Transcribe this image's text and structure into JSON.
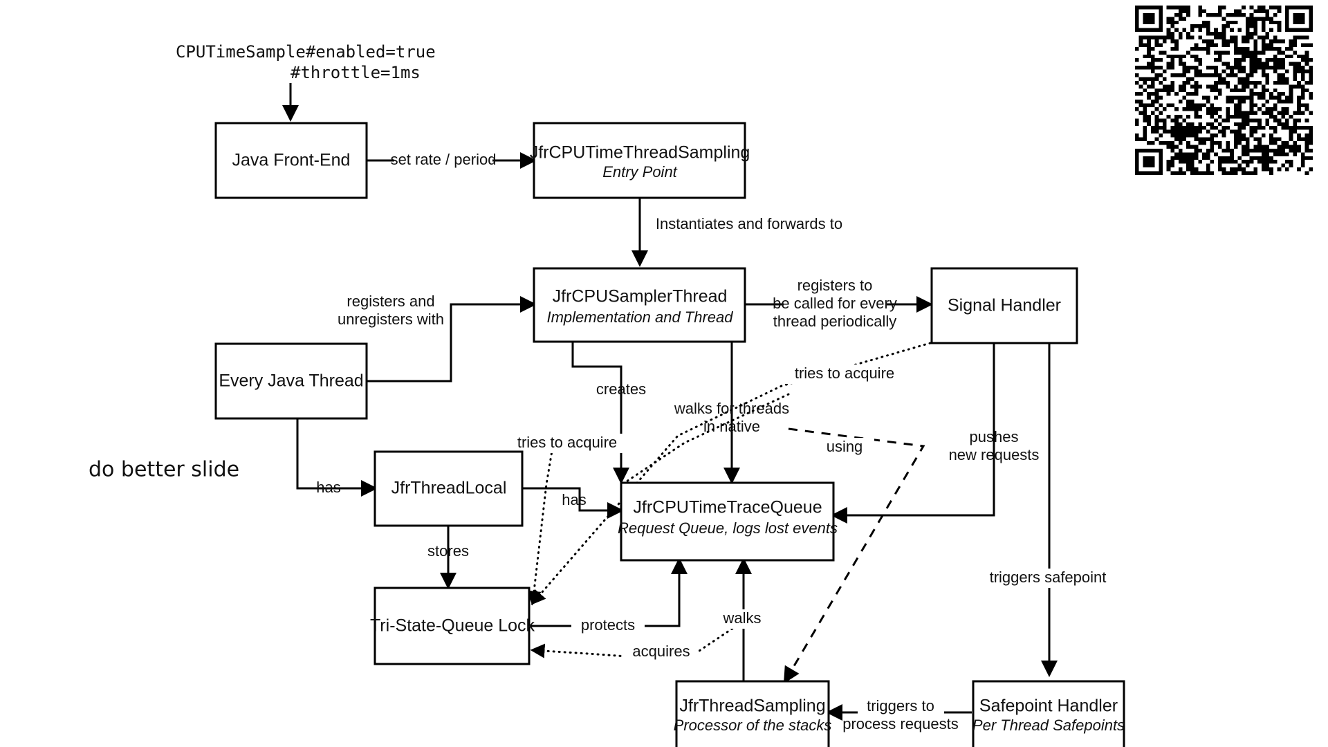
{
  "slide": {
    "note": "do better slide",
    "config_label_line1": "CPUTimeSample#enabled=true",
    "config_label_line2": "#throttle=1ms",
    "qr_code_name": "qr-code"
  },
  "nodes": [
    {
      "id": "java-front-end",
      "title": "Java Front-End",
      "subtitle": ""
    },
    {
      "id": "jfr-cputime-thread-sampling",
      "title": "JfrCPUTimeThreadSampling",
      "subtitle": "Entry Point"
    },
    {
      "id": "jfr-cpu-sampler-thread",
      "title": "JfrCPUSamplerThread",
      "subtitle": "Implementation and Thread"
    },
    {
      "id": "signal-handler",
      "title": "Signal Handler",
      "subtitle": ""
    },
    {
      "id": "every-java-thread",
      "title": "Every Java Thread",
      "subtitle": ""
    },
    {
      "id": "jfr-thread-local",
      "title": "JfrThreadLocal",
      "subtitle": ""
    },
    {
      "id": "jfr-cputime-trace-queue",
      "title": "JfrCPUTimeTraceQueue",
      "subtitle": "Request Queue, logs lost events"
    },
    {
      "id": "tri-state-queue-lock",
      "title": "Tri-State-Queue Lock",
      "subtitle": ""
    },
    {
      "id": "jfr-thread-sampling",
      "title": "JfrThreadSampling",
      "subtitle": "Processor of the stacks"
    },
    {
      "id": "safepoint-handler",
      "title": "Safepoint Handler",
      "subtitle": "Per Thread Safepoints"
    }
  ],
  "edges": [
    {
      "id": "set-rate-period",
      "label": "set rate / period",
      "style": "solid"
    },
    {
      "id": "instantiates-forwards",
      "label": "Instantiates and forwards to",
      "style": "solid"
    },
    {
      "id": "registers-unregisters",
      "label_line1": "registers and",
      "label_line2": "unregisters with",
      "style": "solid"
    },
    {
      "id": "registers-to-be-called",
      "label_line1": "registers to",
      "label_line2": "be called for every",
      "label_line3": "thread periodically",
      "style": "solid"
    },
    {
      "id": "creates",
      "label": "creates",
      "style": "solid"
    },
    {
      "id": "walks-for-threads",
      "label_line1": "walks for threads",
      "label_line2": "in native",
      "style": "solid"
    },
    {
      "id": "tries-to-acquire-signal",
      "label": "tries to acquire",
      "style": "dotted"
    },
    {
      "id": "tries-to-acquire-sampler",
      "label": "tries to acquire",
      "style": "dotted"
    },
    {
      "id": "using",
      "label": "using",
      "style": "dashed"
    },
    {
      "id": "has-thread-local",
      "label": "has",
      "style": "solid"
    },
    {
      "id": "has-queue",
      "label": "has",
      "style": "solid"
    },
    {
      "id": "stores",
      "label": "stores",
      "style": "solid"
    },
    {
      "id": "protects",
      "label": "protects",
      "style": "solid"
    },
    {
      "id": "acquires",
      "label": "acquires",
      "style": "dotted"
    },
    {
      "id": "walks",
      "label": "walks",
      "style": "solid"
    },
    {
      "id": "pushes-new-requests",
      "label_line1": "pushes",
      "label_line2": "new requests",
      "style": "solid"
    },
    {
      "id": "triggers-safepoint",
      "label": "triggers safepoint",
      "style": "solid"
    },
    {
      "id": "triggers-to-process",
      "label_line1": "triggers to",
      "label_line2": "process requests",
      "style": "solid"
    }
  ],
  "colors": {
    "background": "#ffffff",
    "stroke": "#000000",
    "text": "#111111"
  }
}
